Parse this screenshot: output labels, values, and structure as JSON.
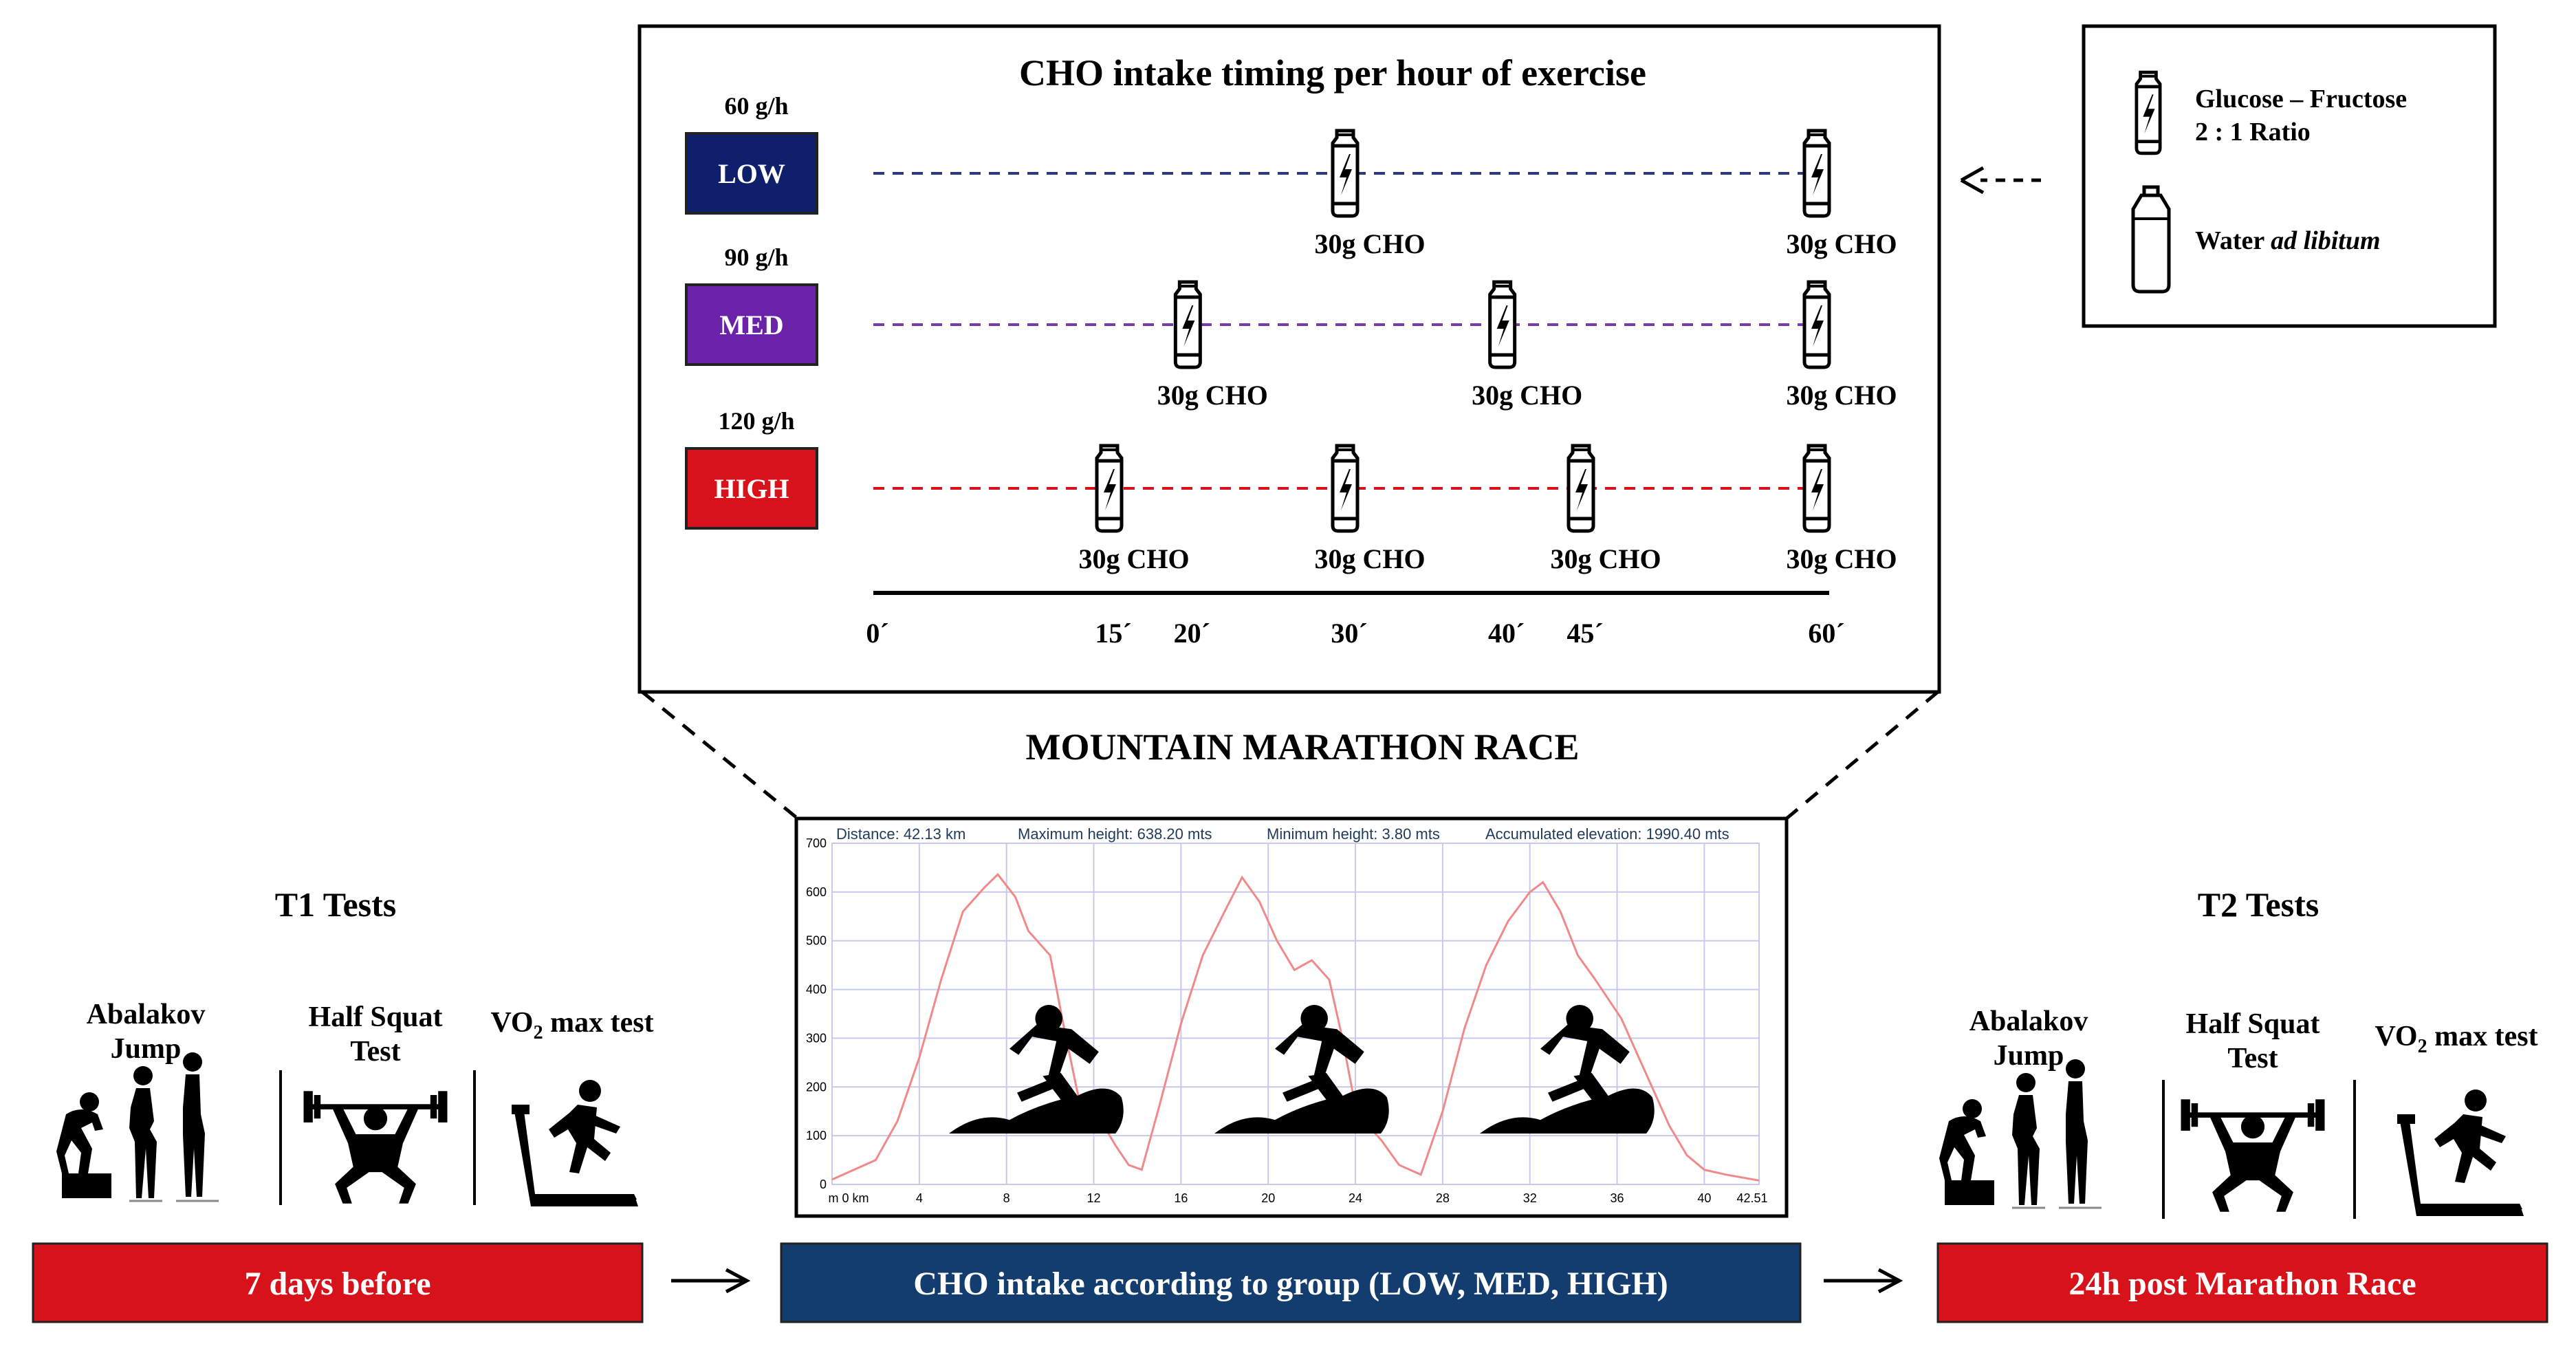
{
  "timing": {
    "title": "CHO intake timing per hour of exercise",
    "unit": "30g CHO",
    "groups": [
      {
        "key": "low",
        "rate": "60 g/h",
        "label": "LOW",
        "color": "#0f1f6b",
        "dash": "#2b3a7a",
        "times": [
          30,
          60
        ]
      },
      {
        "key": "med",
        "rate": "90 g/h",
        "label": "MED",
        "color": "#6a22a8",
        "dash": "#7a3aa8",
        "times": [
          20,
          40,
          60
        ]
      },
      {
        "key": "high",
        "rate": "120 g/h",
        "label": "HIGH",
        "color": "#d8121a",
        "dash": "#d8121a",
        "times": [
          15,
          30,
          45,
          60
        ]
      }
    ],
    "axis_ticks": [
      "0´",
      "15´",
      "20´",
      "30´",
      "40´",
      "45´",
      "60´"
    ]
  },
  "legend": {
    "gel_line1": "Glucose – Fructose",
    "gel_line2": "2 : 1 Ratio",
    "water_prefix": "Water ",
    "water_italic": "ad libitum"
  },
  "race": {
    "title": "MOUNTAIN MARATHON RACE",
    "stats": [
      "Distance: 42.13 km",
      "Maximum height: 638.20 mts",
      "Minimum height: 3.80 mts",
      "Accumulated elevation: 1990.40 mts"
    ],
    "yticks": [
      "700",
      "600",
      "500",
      "400",
      "300",
      "200",
      "100",
      "0"
    ],
    "xticks": [
      "m 0 km",
      "4",
      "8",
      "12",
      "16",
      "20",
      "24",
      "28",
      "32",
      "36",
      "40",
      "42.51"
    ]
  },
  "t1": {
    "title": "T1 Tests",
    "abalakov": [
      "Abalakov",
      "Jump"
    ],
    "squat": [
      "Half Squat",
      "Test"
    ],
    "vo2_prefix": "VO",
    "vo2_sub": "2",
    "vo2_suffix": " max test"
  },
  "t2": {
    "title": "T2 Tests",
    "abalakov": [
      "Abalakov",
      "Jump"
    ],
    "squat": [
      "Half Squat",
      "Test"
    ],
    "vo2_prefix": "VO",
    "vo2_sub": "2",
    "vo2_suffix": " max test"
  },
  "timeline": {
    "before": "7 days before",
    "during": "CHO intake according to group (LOW, MED, HIGH)",
    "after": "24h post Marathon Race"
  },
  "colors": {
    "red": "#d8121a",
    "navy": "#123d6e",
    "low": "#0f1f6b",
    "med": "#6a22a8",
    "high": "#d8121a",
    "profile": "#f08a8a",
    "grid": "#c9c9ec"
  }
}
